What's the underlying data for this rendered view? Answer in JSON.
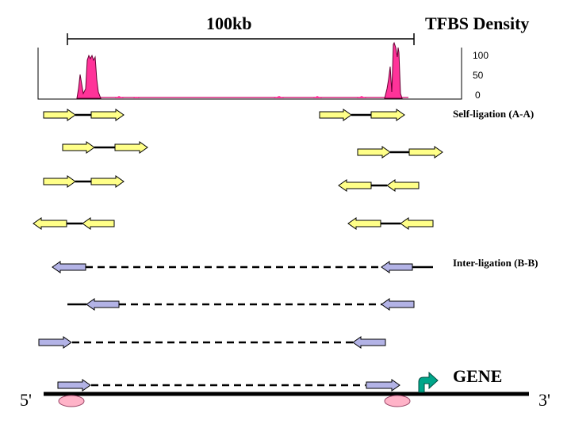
{
  "labels": {
    "scale": "100kb",
    "density_title": "TFBS Density",
    "self_ligation": "Self-ligation (A-A)",
    "inter_ligation": "Inter-ligation (B-B)",
    "gene": "GENE",
    "five_prime": "5'",
    "three_prime": "3'"
  },
  "density_ticks": [
    "100",
    "50",
    "0"
  ],
  "colors": {
    "density_fill": "#ff3399",
    "self_arrow": "#ffff88",
    "inter_arrow": "#b3b3e6",
    "gene_arrow": "#00a68a",
    "anchor": "#ffb3c8"
  },
  "icons": [
    "tss-arrow-icon",
    "anchor-ellipse-icon"
  ]
}
